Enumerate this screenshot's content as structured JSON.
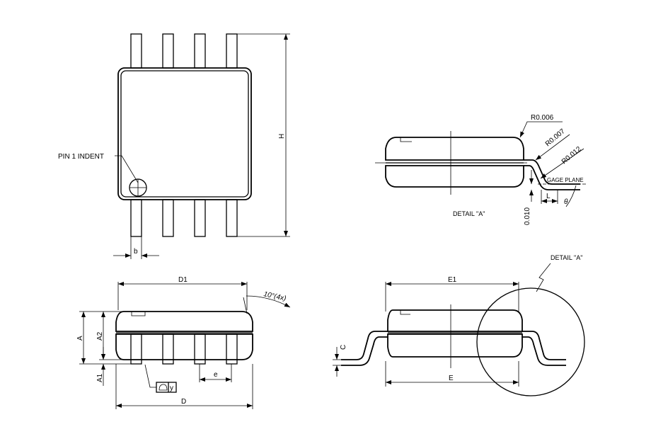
{
  "labels": {
    "pin1": "PIN 1 INDENT",
    "H": "H",
    "b": "b",
    "D1": "D1",
    "D": "D",
    "A": "A",
    "A2": "A2",
    "A1": "A1",
    "e": "e",
    "y": "y",
    "angle": "10°(4x)",
    "E1": "E1",
    "E": "E",
    "C": "C",
    "L": "L",
    "theta": "θ",
    "r1": "R0.006",
    "r2": "R0.007",
    "r3": "R0.012",
    "gage": "GAGE PLANE",
    "dim010": "0.010",
    "detailA": "DETAIL \"A\"",
    "detailA2": "DETAIL \"A\""
  }
}
